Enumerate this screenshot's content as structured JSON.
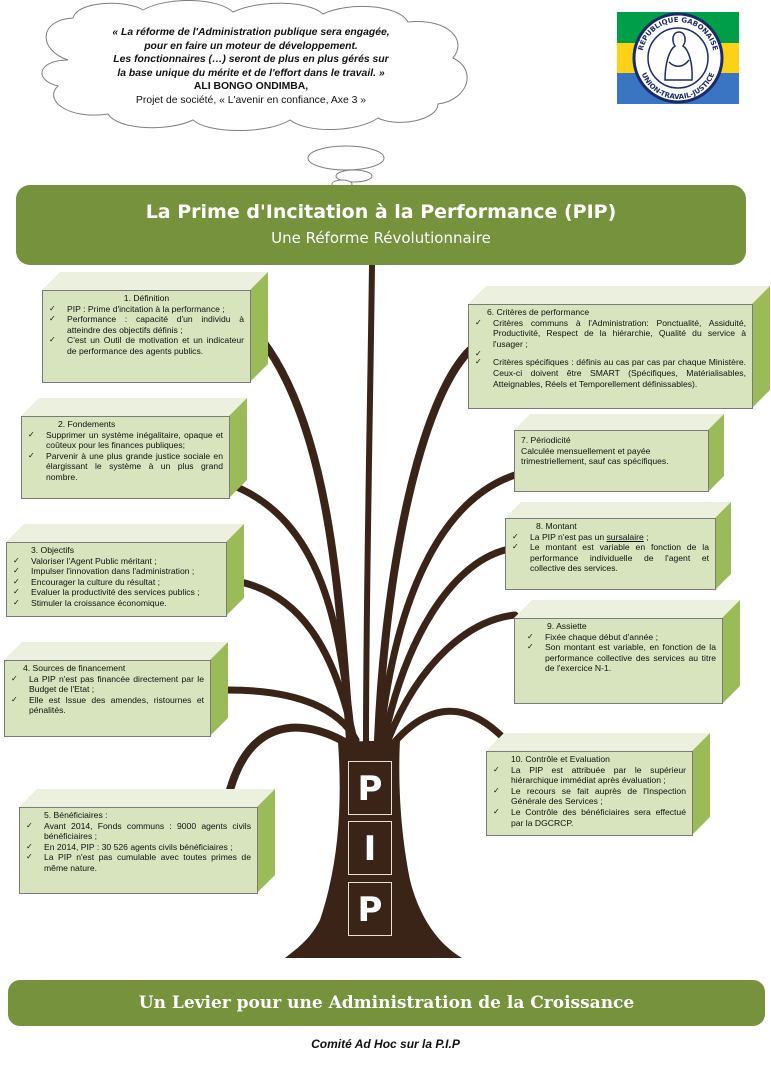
{
  "quote": {
    "lines": [
      "« La réforme de l'Administration publique sera engagée,",
      "pour en faire un moteur de développement.",
      "Les fonctionnaires (…) seront de plus en plus gérés sur",
      "la base unique du mérite et de l'effort dans le travail. »"
    ],
    "author": "ALI BONGO ONDIMBA,",
    "project": "Projet de société, « L'avenir en confiance, Axe 3 »"
  },
  "logo": {
    "top_text": "RÉPUBLIQUE GABONAISE",
    "bottom_text": "UNION-TRAVAIL-JUSTICE",
    "colors": [
      "#009e49",
      "#fcd116",
      "#3a75c4"
    ]
  },
  "header": {
    "title": "La Prime d'Incitation à la Performance (PIP)",
    "subtitle": "Une  Réforme Révolutionnaire"
  },
  "trunk_letters": [
    "P",
    "I",
    "P"
  ],
  "boxes": {
    "definition": {
      "title": "1.      Définition",
      "items": [
        "PIP : Prime d'incitation à la performance ;",
        "Performance : capacité d'un individu à atteindre des objectifs définis ;",
        "C'est un Outil de motivation et un indicateur de performance des agents publics."
      ]
    },
    "fondements": {
      "title": "2. Fondements",
      "items": [
        "Supprimer un système inégalitaire, opaque et coûteux pour les finances publiques;",
        "Parvenir à une plus grande justice sociale en élargissant le système à un plus grand nombre."
      ]
    },
    "objectifs": {
      "title": "3. Objectifs",
      "items": [
        "Valoriser l'Agent Public méritant ;",
        "Impulser l'innovation dans l'administration ;",
        "Encourager la culture du résultat ;",
        "Evaluer la productivité des services publics ;",
        "Stimuler la croissance économique."
      ]
    },
    "sources": {
      "title": "4. Sources de financement",
      "items": [
        "La PIP n'est pas financée directement par le Budget de l'Etat ;",
        "Elle est Issue des amendes, ristournes et pénalités."
      ]
    },
    "beneficiaires": {
      "title": "5. Bénéficiaires :",
      "items": [
        "Avant 2014, Fonds communs : 9000 agents civils  bénéficiaires ;",
        "En 2014, PIP : 30 526 agents civils bénéficiaires ;",
        "La PIP n'est pas cumulable avec toutes primes de même nature."
      ]
    },
    "criteres": {
      "title": "6. Critères de performance",
      "items": [
        "Critères communs à l'Administration: Ponctualité, Assiduité, Productivité, Respect de la hiérarchie, Qualité du service à l'usager ;",
        "Critères spécifiques : définis au cas par cas par chaque Ministère. Ceux-ci doivent être SMART (Spécifiques, Matérialisables, Atteignables, Réels et Temporellement définissables)."
      ]
    },
    "periodicite": {
      "title": "7. Périodicité",
      "text": "Calculée mensuellement et payée trimestriellement, sauf cas spécifiques."
    },
    "montant": {
      "title": "8. Montant",
      "item1_pre": "La PIP n'est pas un ",
      "item1_link": "sursalaire",
      "item1_post": " ;",
      "item2": "Le montant est variable en fonction de la performance individuelle de l'agent et collective des services."
    },
    "assiette": {
      "title": "9. Assiette",
      "items": [
        "Fixée chaque début d'année ;",
        "Son montant est variable, en fonction de la performance collective des services au titre de l'exercice N-1."
      ]
    },
    "controle": {
      "title": "10. Contrôle et Evaluation",
      "items": [
        "La PIP est attribuée par le supérieur hiérarchique immédiat après évaluation ;",
        "Le recours se fait auprès de l'Inspection Générale des Services ;",
        "Le Contrôle des bénéficiaires sera effectué par la DGCRCP."
      ]
    }
  },
  "footer_banner": "Un Levier pour une Administration de la Croissance",
  "footer_credit": "Comité Ad Hoc sur la P.I.P"
}
